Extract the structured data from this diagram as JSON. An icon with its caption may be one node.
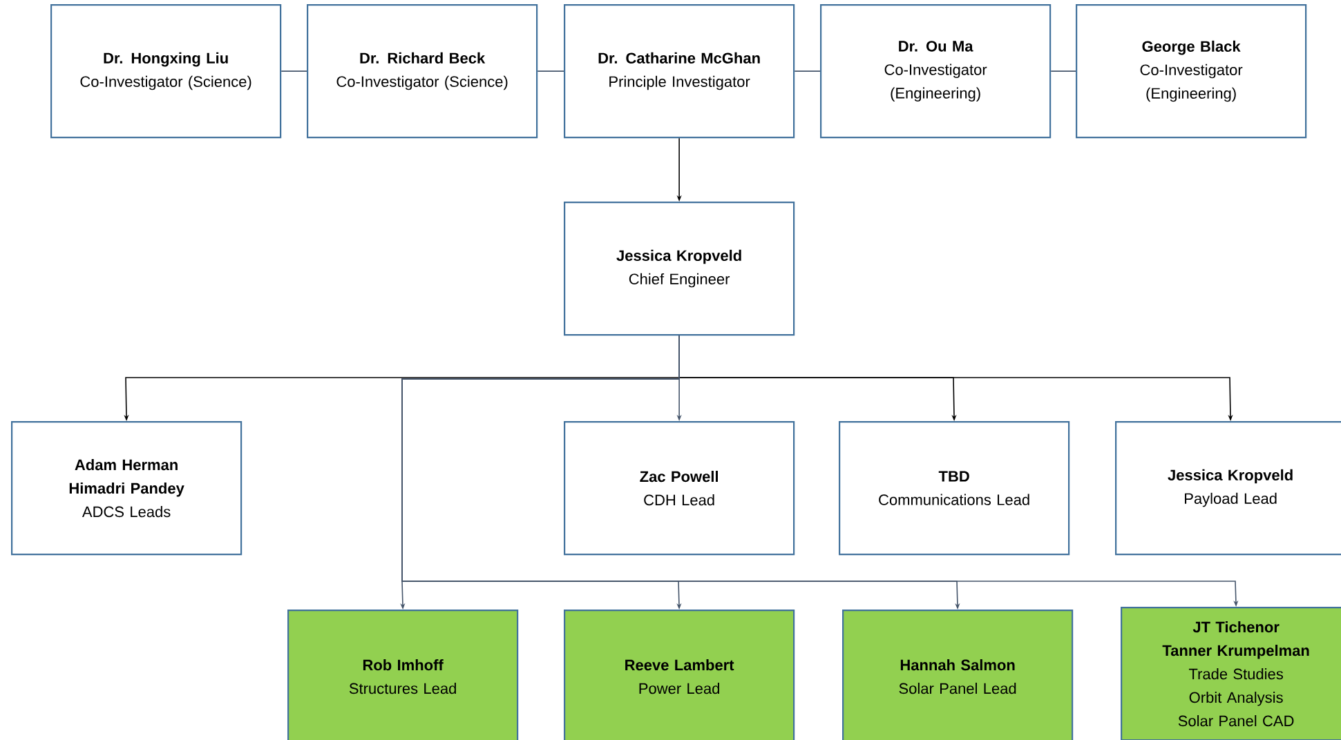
{
  "diagram": {
    "nodes": [
      {
        "text": [
          "Dr. Hongxing Liu",
          "Co-Investigator (Science)"
        ]
      },
      {
        "text": [
          "Dr. Richard Beck",
          "Co-Investigator (Science)"
        ]
      },
      {
        "text": [
          "Dr. Catharine McGhan",
          "Principle Investigator"
        ]
      },
      {
        "text": [
          "Dr. Ou Ma",
          "Co-Investigator (Engineering)"
        ]
      },
      {
        "text": [
          "George Black",
          "Co-Investigator (Engineering)"
        ]
      },
      {
        "text": [
          "Jessica Kropveld",
          "Chief Engineer"
        ]
      },
      {
        "text": [
          "Adam Herman",
          "Himadri Pandey",
          "ADCS Leads"
        ]
      },
      {
        "text": [
          "Zac Powell",
          "CDH Lead"
        ]
      },
      {
        "text": [
          "TBD",
          "Communications Lead"
        ]
      },
      {
        "text": [
          "Jessica Kropveld",
          "Payload Lead"
        ]
      },
      {
        "text": [
          "Rob Imhoff",
          "Structures Lead"
        ]
      },
      {
        "text": [
          "Reeve Lambert",
          "Power Lead"
        ]
      },
      {
        "text": [
          "Hannah Salmon",
          "Solar Panel Lead"
        ]
      },
      {
        "text": [
          "JT Tichenor",
          "Tanner Krumpelman",
          "Trade Studies",
          "Orbit Analysis",
          "Solar Panel CAD"
        ]
      }
    ],
    "edges": [
      {
        "from": 0,
        "to": 1,
        "arrow": "none"
      },
      {
        "from": 1,
        "to": 2,
        "arrow": "none"
      },
      {
        "from": 2,
        "to": 3,
        "arrow": "none"
      },
      {
        "from": 3,
        "to": 4,
        "arrow": "none"
      },
      {
        "from": 2,
        "to": 5,
        "arrow": "to",
        "color": "#000000"
      },
      {
        "from": 5,
        "to": 6,
        "arrow": "to",
        "color": "#000000"
      },
      {
        "from": 5,
        "to": 7,
        "arrow": "to"
      },
      {
        "from": 5,
        "to": 8,
        "arrow": "to",
        "color": "#000000"
      },
      {
        "from": 5,
        "to": 9,
        "arrow": "to",
        "color": "#000000"
      },
      {
        "from": 5,
        "to": 10,
        "arrow": "to"
      },
      {
        "from": 5,
        "to": 11,
        "arrow": "to"
      },
      {
        "from": 5,
        "to": 12,
        "arrow": "to"
      },
      {
        "from": 5,
        "to": 13,
        "arrow": "to"
      }
    ]
  }
}
